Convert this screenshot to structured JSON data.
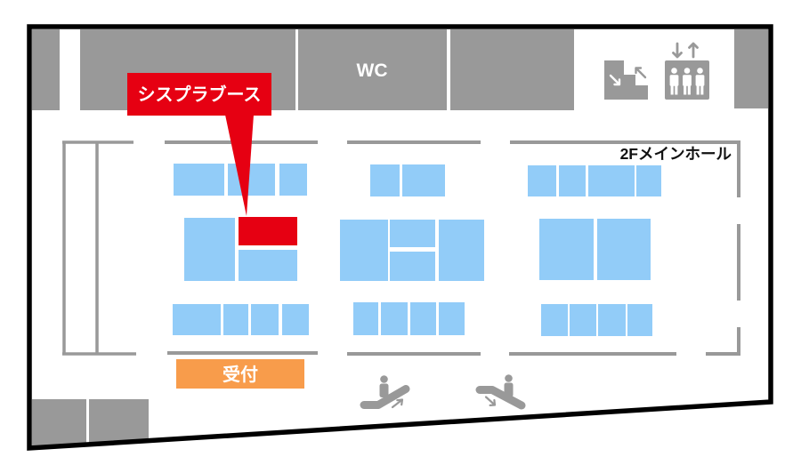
{
  "map": {
    "hall_label": "2Fメインホール",
    "callout_label": "シスプラブース",
    "wc_label": "WC",
    "reception_label": "受付",
    "colors": {
      "booth_blue": "#92CCF8",
      "highlight_red": "#E60012",
      "reception_orange": "#F89C4B",
      "wall_gray": "#999999",
      "outline_black": "#000000"
    },
    "icons": [
      "stairs-icon",
      "elevator-icon",
      "escalator-up-icon",
      "escalator-down-icon"
    ]
  }
}
